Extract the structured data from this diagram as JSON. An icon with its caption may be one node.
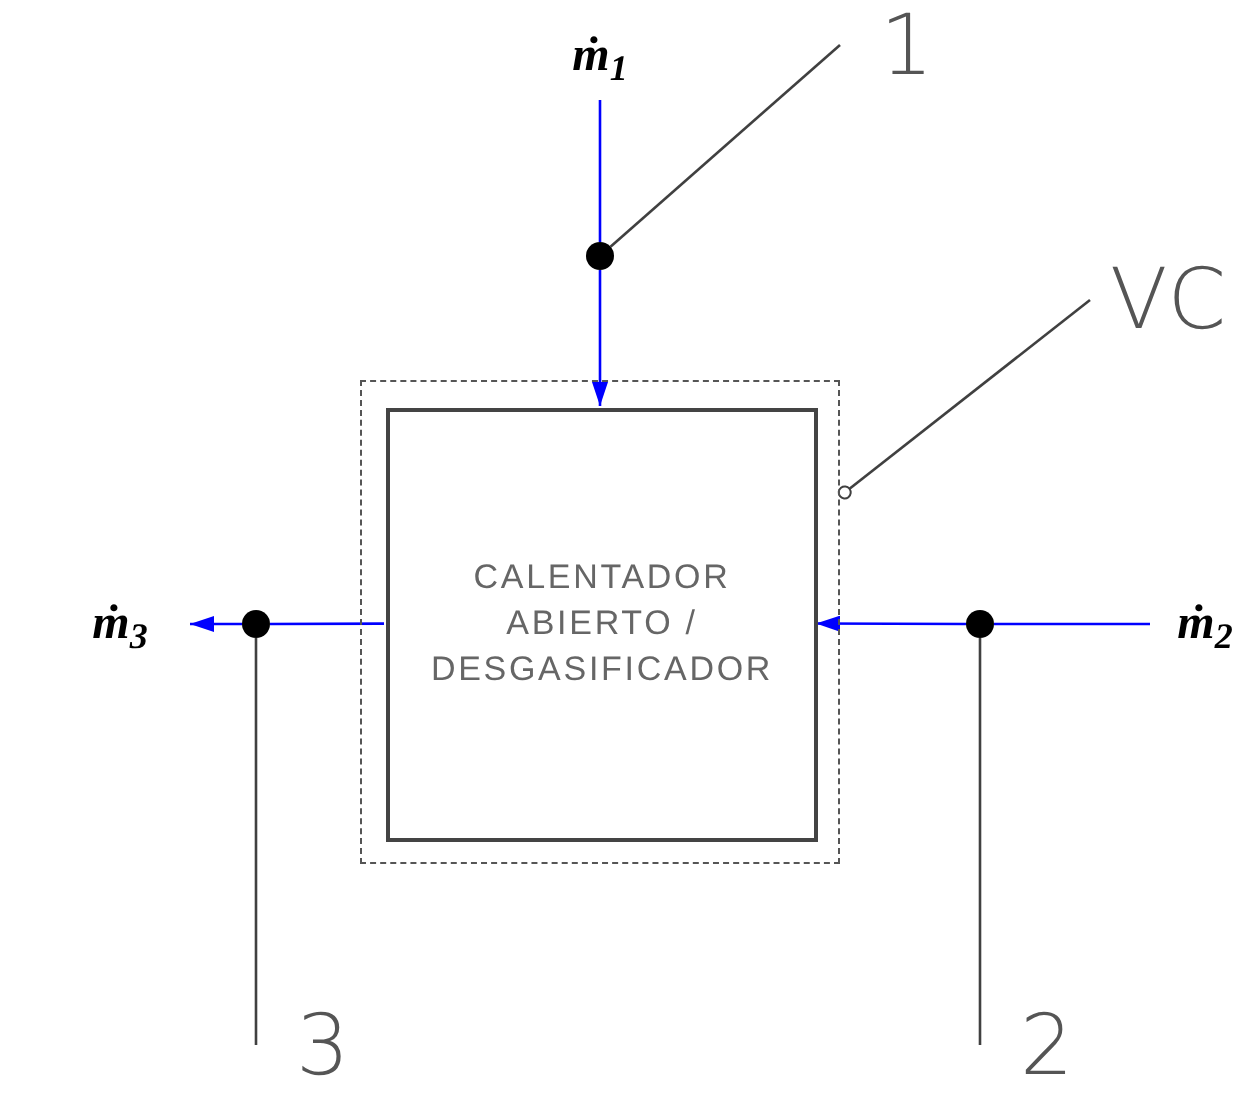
{
  "diagram": {
    "nodes": [
      {
        "text": [],
        "shape": "box"
      },
      {
        "text": [
          "CALENTADOR ABIERTO / DESGASIFICADOR"
        ],
        "in": 0
      },
      {
        "text": [
          "ṁ$_{1}$"
        ]
      },
      {
        "text": [],
        "shape": "circle"
      },
      {
        "text": [
          "1"
        ]
      },
      {
        "text": [
          "VC"
        ]
      },
      {
        "text": [
          "ṁ$_{2}$"
        ]
      },
      {
        "text": [],
        "shape": "circle"
      },
      {
        "text": [
          "2"
        ]
      },
      {
        "text": [
          "ṁ$_{3}$"
        ]
      },
      {
        "text": [],
        "shape": "circle"
      },
      {
        "text": [
          "3"
        ]
      }
    ],
    "edges": [
      {
        "from": 2,
        "to": 3,
        "arrow": "none"
      },
      {
        "from": 3,
        "to": 1,
        "arrow": "to"
      },
      {
        "from": 6,
        "to": 7,
        "arrow": "none"
      },
      {
        "from": 7,
        "to": 1,
        "arrow": "to"
      },
      {
        "from": 1,
        "to": 10,
        "arrow": "none"
      },
      {
        "from": 10,
        "to": 9,
        "arrow": "to"
      },
      {
        "from": 4,
        "to": 3,
        "arrow": "none",
        "color": "#404040"
      },
      {
        "from": 8,
        "to": 7,
        "arrow": "none",
        "color": "#404040"
      },
      {
        "from": 11,
        "to": 10,
        "arrow": "none",
        "color": "#404040"
      },
      {
        "from": 5,
        "to": 0,
        "arrow": "other",
        "color": "#404040"
      }
    ]
  }
}
